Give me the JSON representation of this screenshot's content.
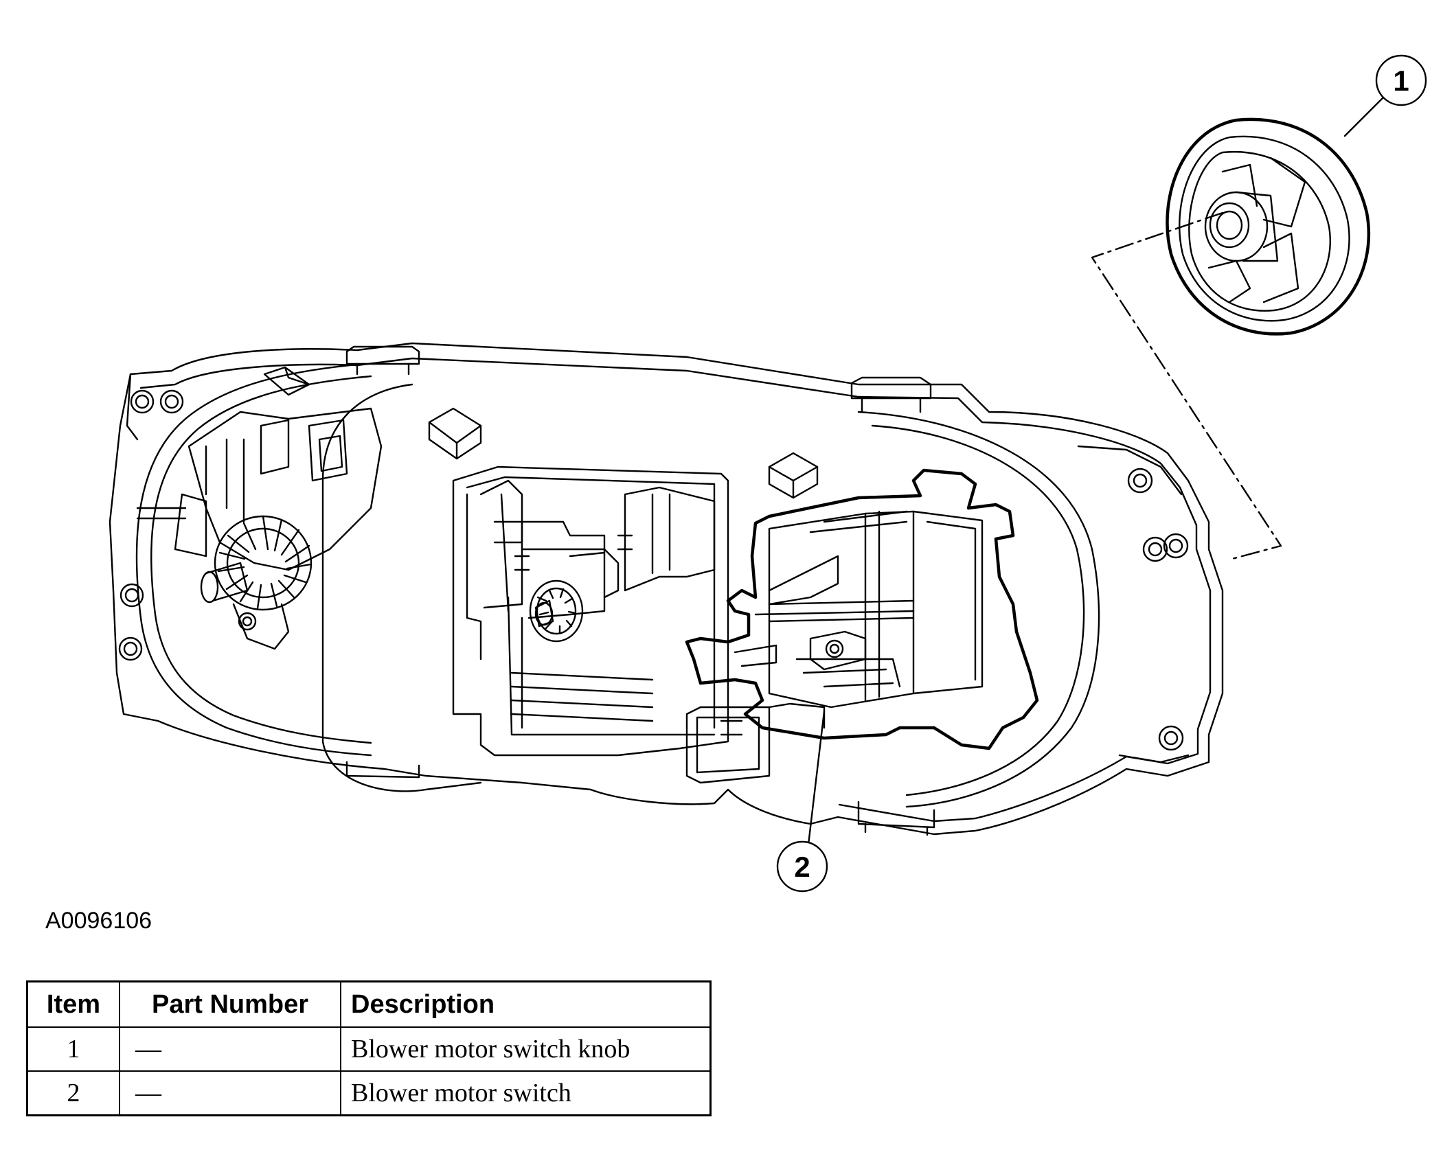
{
  "figure_id": "A0096106",
  "callouts": [
    {
      "number": "1",
      "target": "Blower motor switch knob"
    },
    {
      "number": "2",
      "target": "Blower motor switch"
    }
  ],
  "table": {
    "headers": {
      "item": "Item",
      "part_number": "Part Number",
      "description": "Description"
    },
    "rows": [
      {
        "item": "1",
        "part_number": "—",
        "description": "Blower motor switch knob"
      },
      {
        "item": "2",
        "part_number": "—",
        "description": "Blower motor switch"
      }
    ]
  }
}
